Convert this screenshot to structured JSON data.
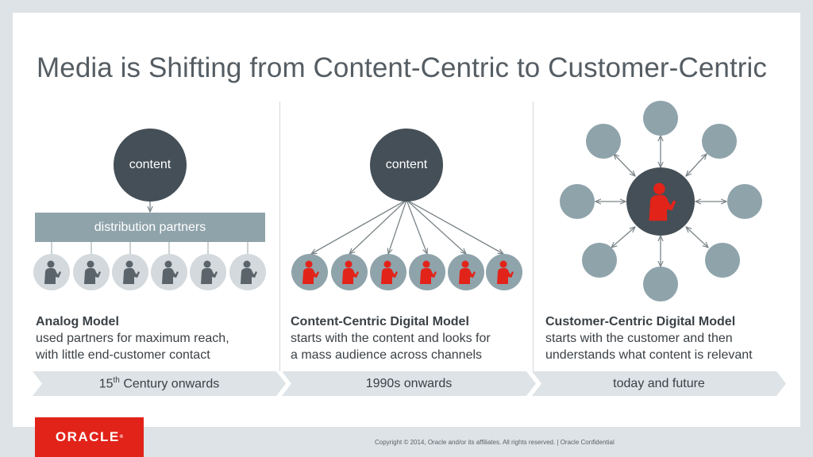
{
  "title": "Media is Shifting from Content-Centric to Customer-Centric",
  "panel1": {
    "circle_label": "content",
    "bar_label": "distribution partners",
    "model_title": "Analog Model",
    "desc_line1": "used partners for maximum reach,",
    "desc_line2": "with little end-customer contact",
    "timeline_main": "15",
    "timeline_sup": "th",
    "timeline_rest": " Century onwards"
  },
  "panel2": {
    "circle_label": "content",
    "model_title": "Content-Centric Digital Model",
    "desc_line1": "starts with the content and looks for",
    "desc_line2": "a mass audience across channels",
    "timeline": "1990s onwards"
  },
  "panel3": {
    "model_title": "Customer-Centric Digital Model",
    "desc_line1": "starts with the customer and then",
    "desc_line2": "understands what content is relevant",
    "timeline": "today and future"
  },
  "footer": {
    "logo_text": "ORACLE",
    "logo_mark": "®",
    "copyright": "Copyright © 2014, Oracle and/or its affiliates. All rights reserved.  |  Oracle Confidential"
  },
  "colors": {
    "accent_red": "#e2231a",
    "dark_circle": "#444f57",
    "slate": "#8fa3ab"
  }
}
